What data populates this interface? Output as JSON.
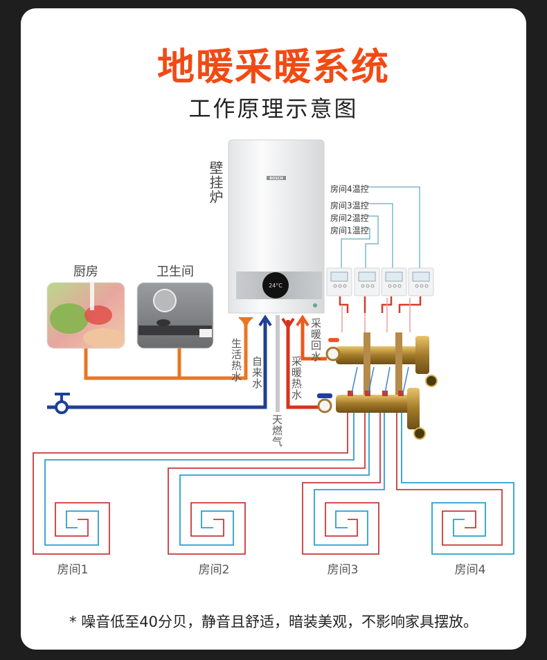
{
  "header": {
    "title": "地暖采暖系统",
    "subtitle": "工作原理示意图"
  },
  "boiler": {
    "label": "壁挂炉",
    "brand": "BOSCH",
    "display_value": "24°C"
  },
  "fixtures": [
    {
      "label": "厨房",
      "image": "kitchen-photo"
    },
    {
      "label": "卫生间",
      "image": "bathroom-photo"
    }
  ],
  "pipes": {
    "domestic_hot_water": "生活热水",
    "tap_water": "自来水",
    "natural_gas": "天燃气",
    "heating_supply": "采暖热水",
    "heating_return": "采暖回水"
  },
  "thermostats": [
    {
      "label": "房间1温控"
    },
    {
      "label": "房间2温控"
    },
    {
      "label": "房间3温控"
    },
    {
      "label": "房间4温控"
    }
  ],
  "rooms": [
    {
      "label": "房间1"
    },
    {
      "label": "房间2"
    },
    {
      "label": "房间3"
    },
    {
      "label": "房间4"
    }
  ],
  "colors": {
    "title": "#f24a14",
    "hot_pipe": "#c8393a",
    "cold_pipe": "#2a9fd0",
    "domestic_hot": "#e87722",
    "tap_water": "#1e3f94",
    "thermostat_line": "#7ab8cc",
    "background": "#1e1e1e"
  },
  "footnote": "* 噪音低至40分贝，静音且舒适，暗装美观，不影响家具摆放。"
}
